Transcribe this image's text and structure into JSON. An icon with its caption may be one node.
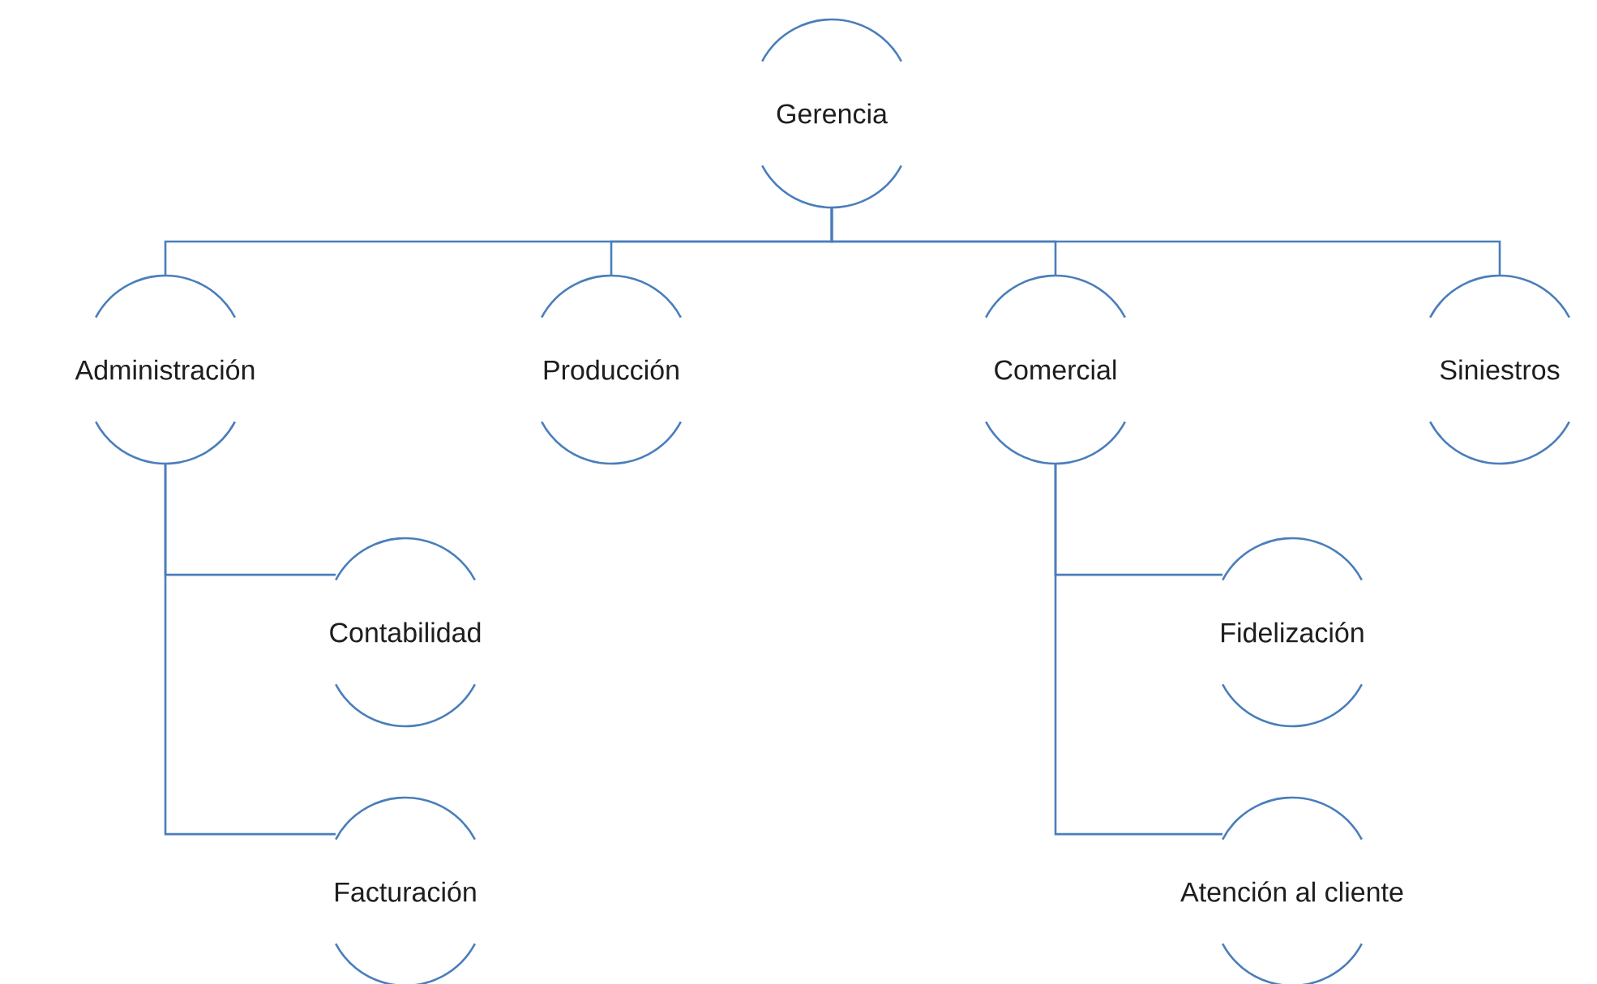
{
  "diagram": {
    "nodes": [
      {
        "text": [
          "Gerencia"
        ]
      },
      {
        "text": [
          "Administración"
        ]
      },
      {
        "text": [
          "Producción"
        ]
      },
      {
        "text": [
          "Comercial"
        ]
      },
      {
        "text": [
          "Siniestros"
        ]
      },
      {
        "text": [
          "Contabilidad"
        ]
      },
      {
        "text": [
          "Facturación"
        ]
      },
      {
        "text": [
          "Fidelización"
        ]
      },
      {
        "text": [
          "Atención al cliente"
        ]
      }
    ],
    "edges": [
      {
        "from": 0,
        "to": 1,
        "arrow": "none"
      },
      {
        "from": 0,
        "to": 2,
        "arrow": "none"
      },
      {
        "from": 0,
        "to": 3,
        "arrow": "none"
      },
      {
        "from": 0,
        "to": 4,
        "arrow": "none"
      },
      {
        "from": 1,
        "to": 5,
        "arrow": "none"
      },
      {
        "from": 1,
        "to": 6,
        "arrow": "none"
      },
      {
        "from": 3,
        "to": 7,
        "arrow": "none"
      },
      {
        "from": 3,
        "to": 8,
        "arrow": "none"
      }
    ]
  }
}
